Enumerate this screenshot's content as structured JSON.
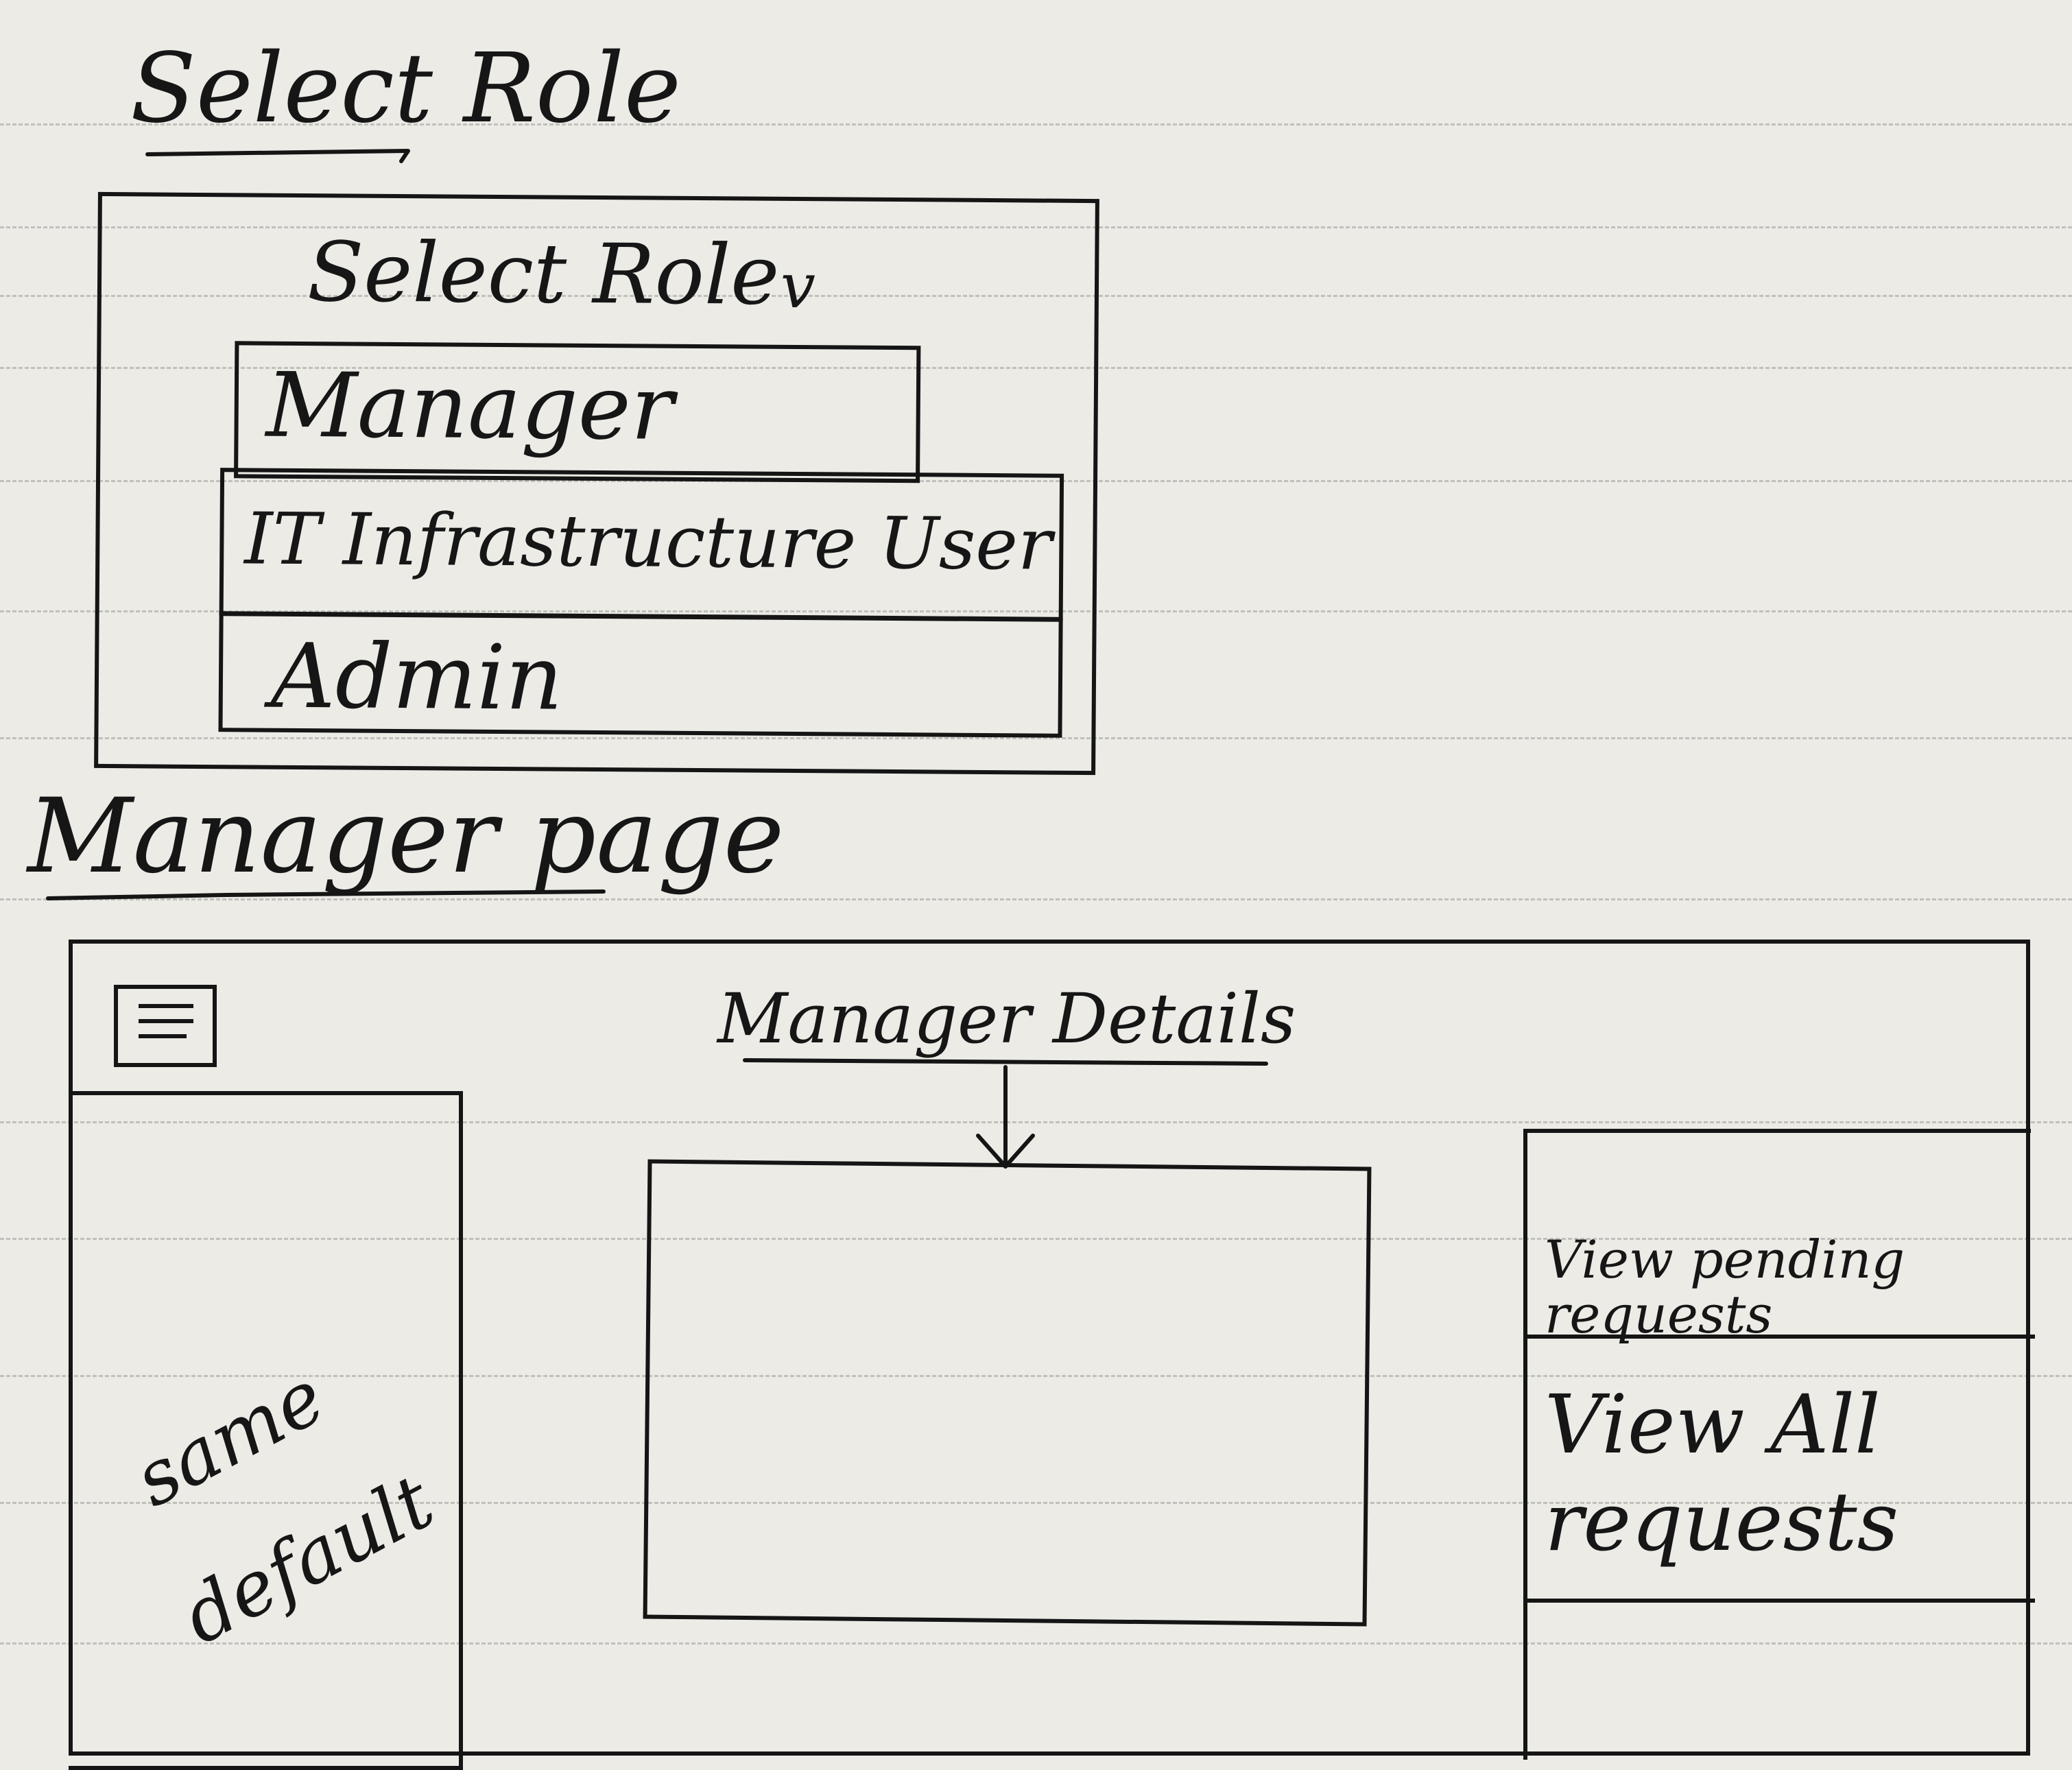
{
  "role_section": {
    "heading": "Select Role",
    "dropdown_label": "Select Role",
    "dropdown_caret": "v",
    "options": [
      "Manager",
      "IT Infrastructure User",
      "Admin"
    ]
  },
  "manager_section": {
    "heading": "Manager page",
    "menu_icon": "hamburger-menu-icon",
    "sidebar_note_line1": "same",
    "sidebar_note_line2": "default",
    "details_label": "Manager Details",
    "arrow_icon": "down-arrow-icon",
    "actions": [
      "View pending requests",
      "View All requests"
    ]
  }
}
